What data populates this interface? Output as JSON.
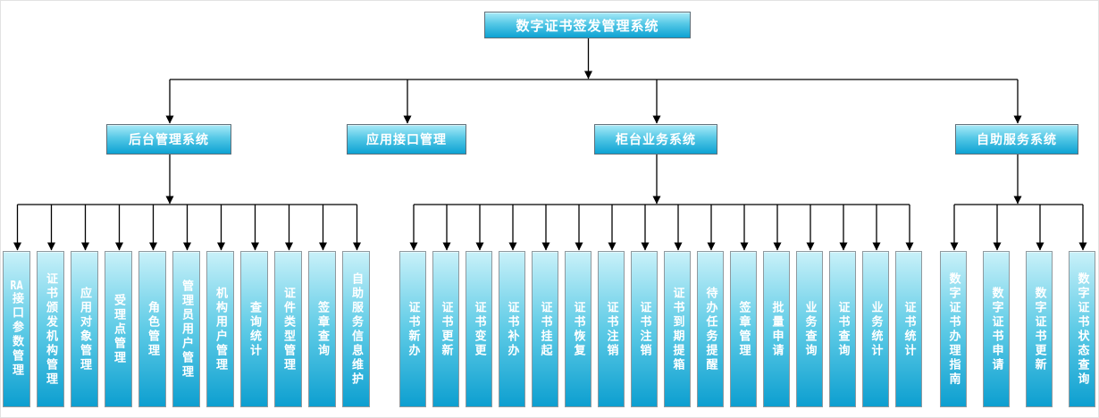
{
  "root": {
    "label": "数字证书签发管理系统"
  },
  "branches": [
    {
      "label": "后台管理系统",
      "leaves": [
        "RA接口参数管理",
        "证书颁发机构管理",
        "应用对象管理",
        "受理点管理",
        "角色管理",
        "管理员用户管理",
        "机构用户管理",
        "查询统计",
        "证件类型管理",
        "签章查询",
        "自助服务信息维护"
      ]
    },
    {
      "label": "应用接口管理",
      "leaves": []
    },
    {
      "label": "柜台业务系统",
      "leaves": [
        "证书新办",
        "证书更新",
        "证书变更",
        "证书补办",
        "证书挂起",
        "证书恢复",
        "证书注销",
        "证书注销",
        "证书到期提箱",
        "待办任务提醒",
        "签章管理",
        "批量申请",
        "业务查询",
        "证书查询",
        "业务统计",
        "证书统计"
      ]
    },
    {
      "label": "自助服务系统",
      "leaves": [
        "数字证书办理指南",
        "数字证书申请",
        "数字证书更新",
        "数字证书状态查询"
      ]
    }
  ],
  "colors": {
    "node_gradient_top": "#a9eaf8",
    "node_gradient_bottom": "#0da2d3",
    "leaf_gradient_top": "#c9f1f9",
    "leaf_gradient_bottom": "#0d9fd0",
    "node_border": "#5e6f79",
    "leaf_border": "#8f999e",
    "connector": "#000000",
    "text": "#ffffff"
  }
}
